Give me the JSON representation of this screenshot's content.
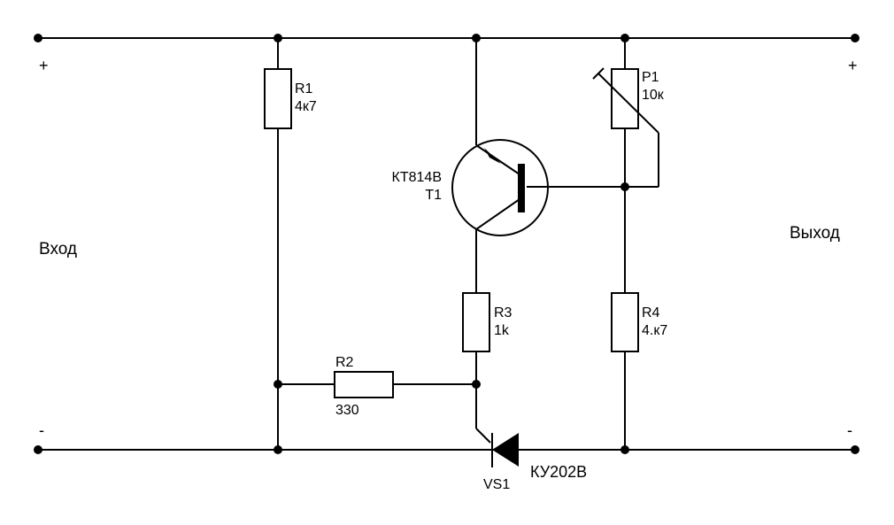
{
  "diagram": {
    "colors": {
      "wire": "#000000",
      "background": "#ffffff"
    },
    "terminals": {
      "input_plus": "+",
      "input_minus": "-",
      "output_plus": "+",
      "output_minus": "-"
    },
    "input_label": "Вход",
    "output_label": "Выход",
    "components": {
      "r1": {
        "ref": "R1",
        "value": "4к7"
      },
      "p1": {
        "ref": "P1",
        "value": "10к"
      },
      "t1": {
        "part": "КТ814В",
        "ref": "T1"
      },
      "r3": {
        "ref": "R3",
        "value": "1k"
      },
      "r4": {
        "ref": "R4",
        "value": "4.к7"
      },
      "r2": {
        "ref": "R2",
        "value": "330"
      },
      "vs1": {
        "ref": "VS1",
        "part": "КУ202В"
      }
    }
  }
}
